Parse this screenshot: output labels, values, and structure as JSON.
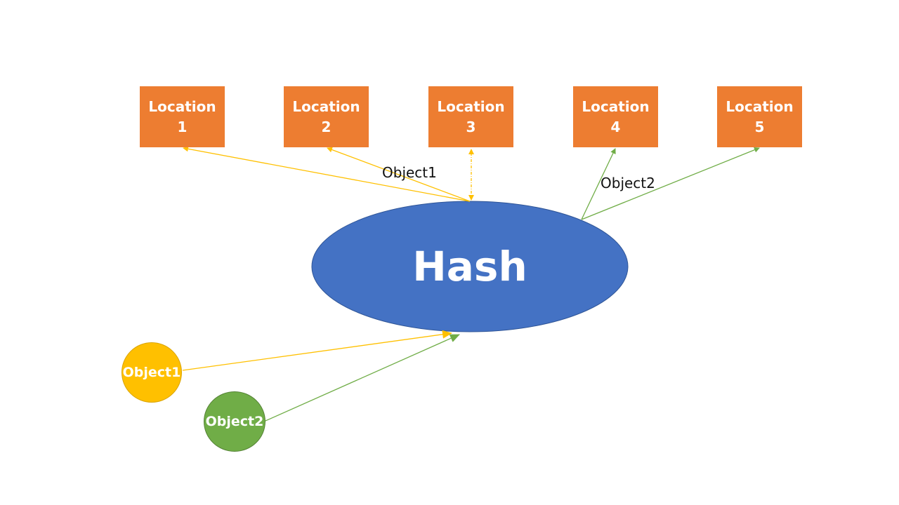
{
  "colors": {
    "location": "#ED7D31",
    "hash": "#4472C4",
    "object1": "#FFC000",
    "object2": "#70AD47",
    "text_light": "#FFFFFF",
    "text_dark": "#111111"
  },
  "locations": [
    {
      "line1": "Location",
      "line2": "1"
    },
    {
      "line1": "Location",
      "line2": "2"
    },
    {
      "line1": "Location",
      "line2": "3"
    },
    {
      "line1": "Location",
      "line2": "4"
    },
    {
      "line1": "Location",
      "line2": "5"
    }
  ],
  "hash": {
    "label": "Hash"
  },
  "objects": [
    {
      "label": "Object1"
    },
    {
      "label": "Object2"
    }
  ],
  "edge_labels": {
    "object1": "Object1",
    "object2": "Object2"
  },
  "edges": [
    {
      "from": "Object1",
      "to": "Hash",
      "style": "solid",
      "color": "object1"
    },
    {
      "from": "Object2",
      "to": "Hash",
      "style": "solid",
      "color": "object2"
    },
    {
      "from": "Hash",
      "to": "Location 1",
      "style": "solid",
      "color": "object1"
    },
    {
      "from": "Hash",
      "to": "Location 2",
      "style": "solid",
      "color": "object1"
    },
    {
      "from": "Hash",
      "to": "Location 3",
      "style": "dashed-bidirectional",
      "color": "object1"
    },
    {
      "from": "Hash",
      "to": "Location 4",
      "style": "solid",
      "color": "object2"
    },
    {
      "from": "Hash",
      "to": "Location 5",
      "style": "solid",
      "color": "object2"
    }
  ]
}
